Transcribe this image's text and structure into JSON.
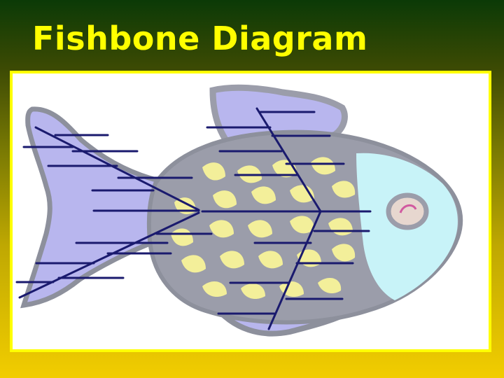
{
  "slide": {
    "title": "Fishbone Diagram"
  },
  "colors": {
    "background_top": "#0b3a06",
    "background_bottom": "#f2cd00",
    "title": "#ffff00",
    "frame_border": "#ffff00",
    "fish_body": "#9b9daa",
    "fish_outline": "#8d909c",
    "fins": "#b8b6ee",
    "scales": "#f3ef9a",
    "head": "#c8f3f8",
    "diagram_lines": "#1a1a6e"
  },
  "diagram": {
    "type": "fishbone",
    "illustration": "fish"
  }
}
